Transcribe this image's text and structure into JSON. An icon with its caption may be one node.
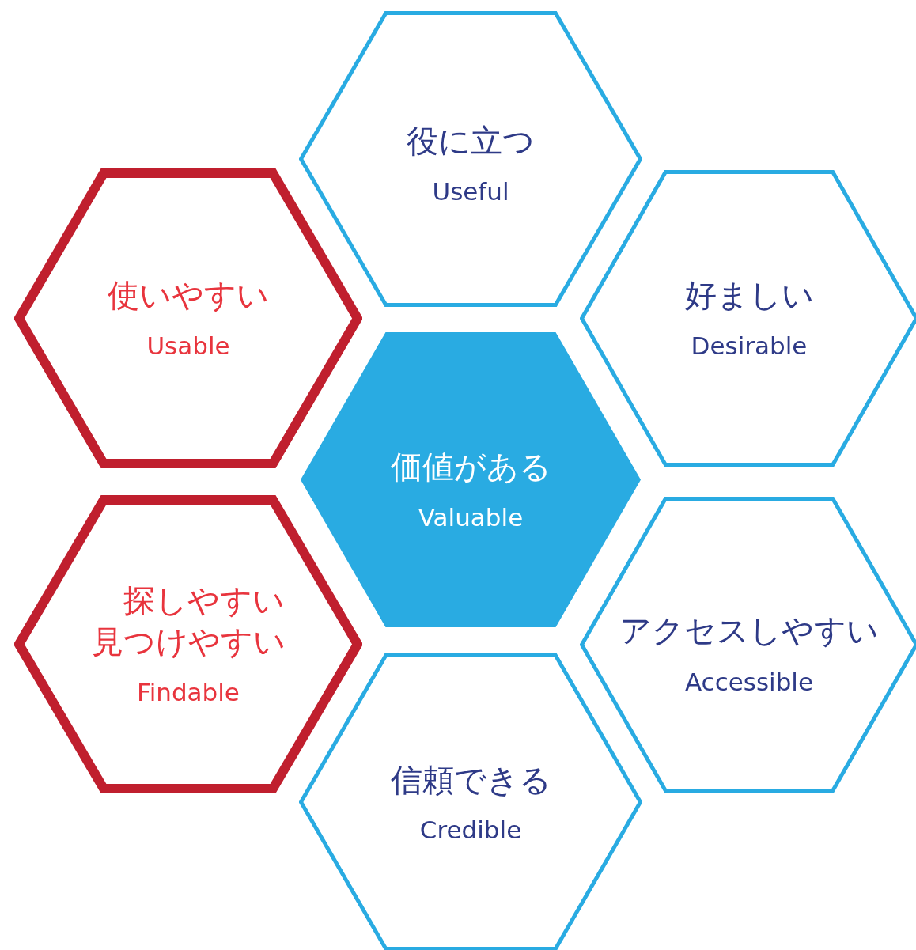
{
  "diagram": {
    "nodes": [
      {
        "text": [
          "役に立つ",
          "Useful"
        ]
      },
      {
        "text": [
          "使いやすい",
          "Usable"
        ]
      },
      {
        "text": [
          "好ましい",
          "Desirable"
        ]
      },
      {
        "text": [
          "価値がある",
          "Valuable"
        ]
      },
      {
        "text": [
          "探しやすい見つけやすい",
          "Findable"
        ]
      },
      {
        "text": [
          "アクセスしやすい",
          "Accessible"
        ]
      },
      {
        "text": [
          "信頼できる",
          "Credible"
        ]
      }
    ]
  }
}
